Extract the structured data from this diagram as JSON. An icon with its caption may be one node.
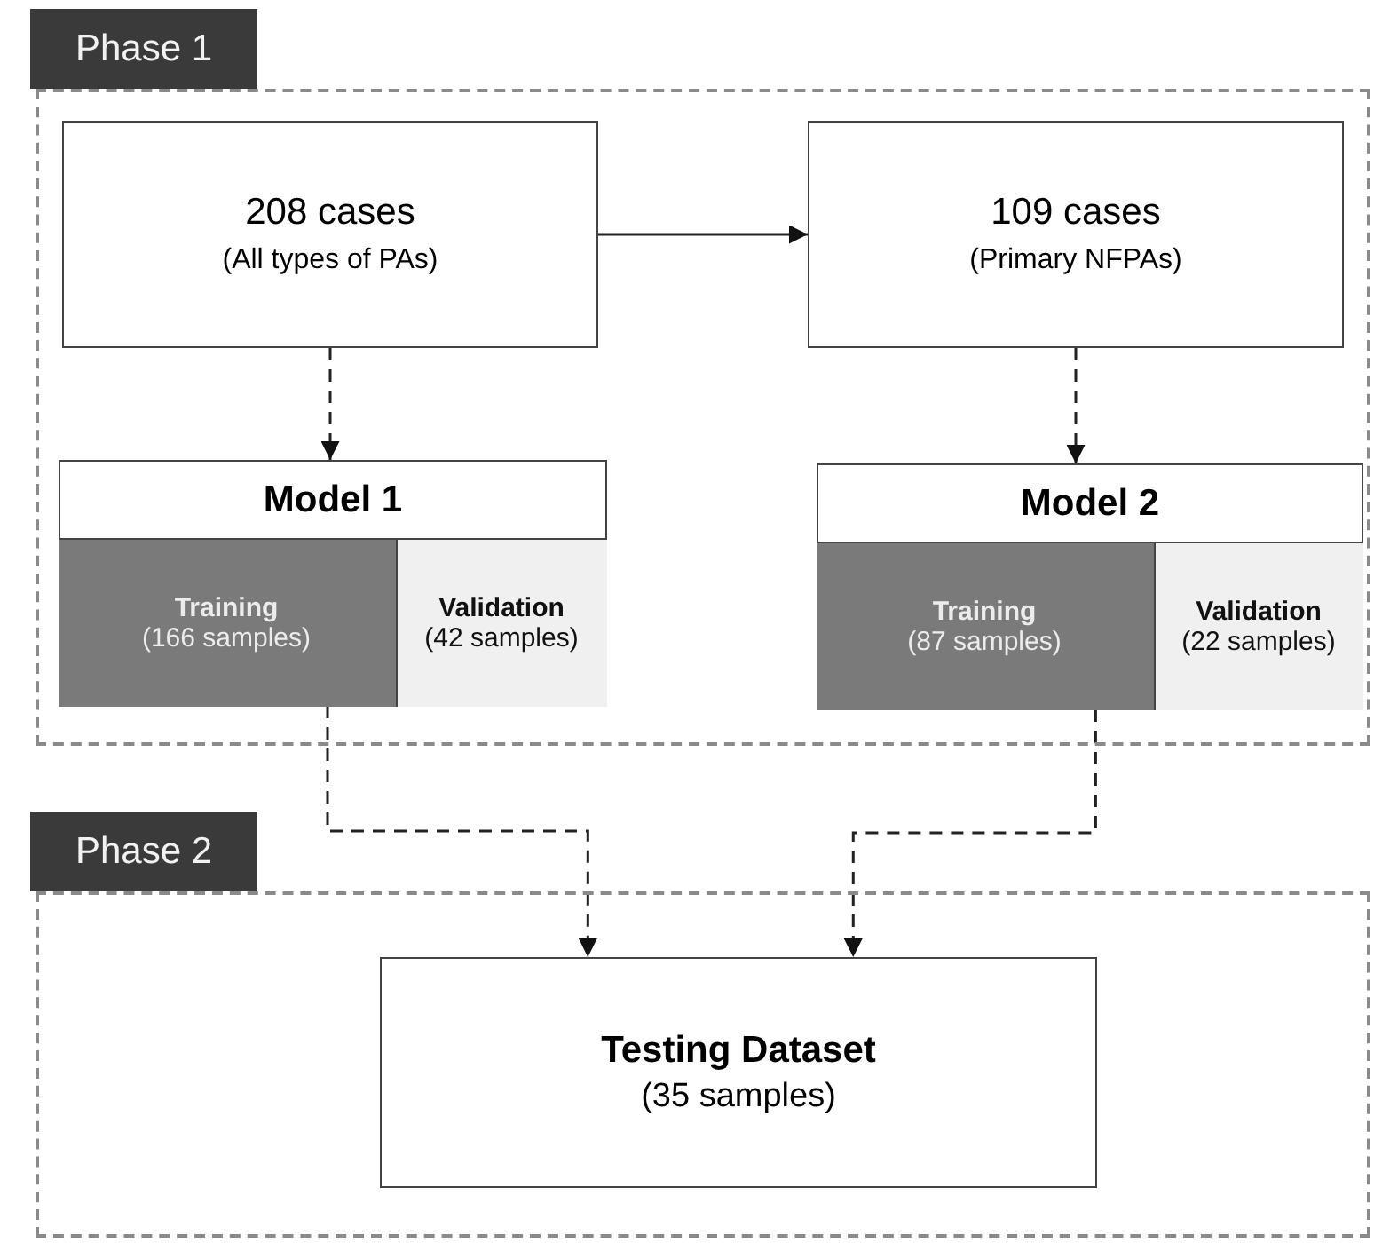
{
  "diagram": {
    "nodes": [
      {
        "text": [
          "Phase 1"
        ]
      },
      {
        "text": [
          "208 cases",
          "(All types of PAs)"
        ],
        "in": 0
      },
      {
        "text": [
          "109 cases",
          "(Primary NFPAs)"
        ],
        "in": 0
      },
      {
        "text": [
          "Model 1"
        ],
        "in": 0
      },
      {
        "text": [
          "Training",
          "(166 samples)"
        ],
        "in": 3
      },
      {
        "text": [
          "Validation",
          "(42 samples)"
        ],
        "in": 3
      },
      {
        "text": [
          "Model 2"
        ],
        "in": 0
      },
      {
        "text": [
          "Training",
          "(87 samples)"
        ],
        "in": 6
      },
      {
        "text": [
          "Validation",
          "(22 samples)"
        ],
        "in": 6
      },
      {
        "text": [
          "Phase 2"
        ]
      },
      {
        "text": [
          "Testing Dataset",
          "(35 samples)"
        ],
        "in": 9
      }
    ],
    "edges": [
      {
        "from": 1,
        "to": 2,
        "arrow": "to"
      },
      {
        "from": 1,
        "to": 3,
        "arrow": "to",
        "style": "dashed"
      },
      {
        "from": 2,
        "to": 6,
        "arrow": "to",
        "style": "dashed"
      },
      {
        "from": 4,
        "to": 10,
        "arrow": "to",
        "style": "dashed"
      },
      {
        "from": 7,
        "to": 10,
        "arrow": "to",
        "style": "dashed"
      }
    ]
  }
}
